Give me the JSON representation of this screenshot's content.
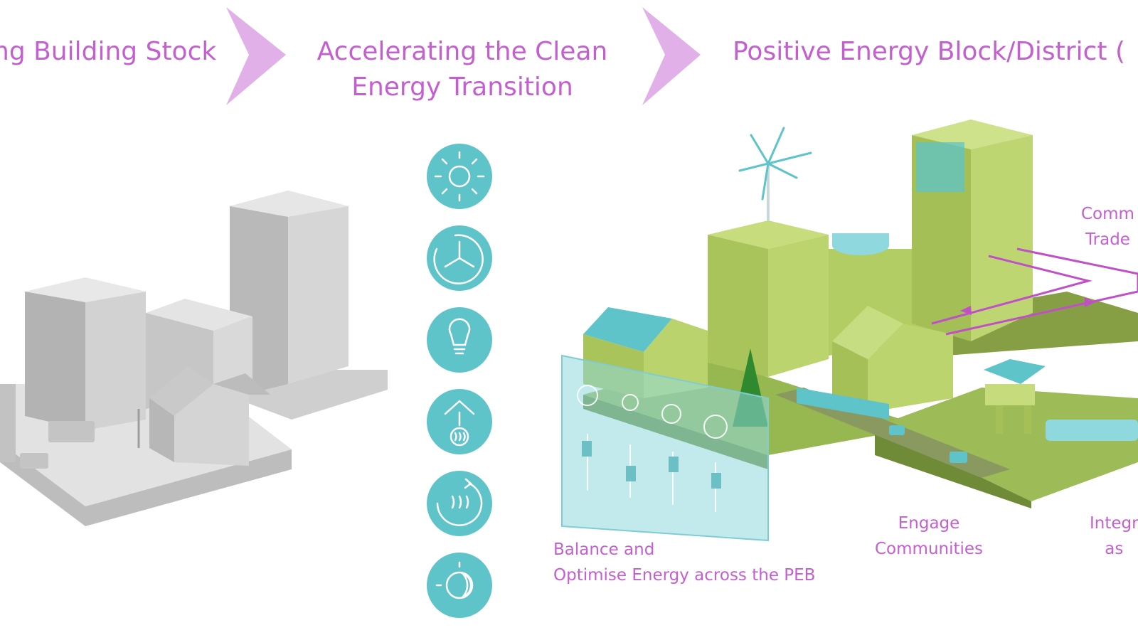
{
  "headings": {
    "existing": "ng Building Stock",
    "transition_line1": "Accelerating the Clean",
    "transition_line2": "Energy Transition",
    "peb": "Positive Energy Block/District ("
  },
  "transition_icons": [
    "sun-icon",
    "wind-turbine-icon",
    "light-bulb-icon",
    "house-heat-icon",
    "heat-recovery-icon",
    "day-night-icon"
  ],
  "annotations": {
    "balance_line1": "Balance and",
    "balance_line2": "Optimise Energy across the PEB",
    "engage_line1": "Engage",
    "engage_line2": "Communities",
    "trade_line1": "Comm",
    "trade_line2": "Trade",
    "integrate_line1": "Integr",
    "integrate_line2": "as"
  },
  "colors": {
    "heading": "#c45fd0",
    "chevron": "#e2b0e8",
    "icon_circle": "#5ec4c9",
    "building_grey": "#c8c8c8",
    "building_green": "#b7d46a",
    "glass_panel": "#8fd8dd"
  }
}
